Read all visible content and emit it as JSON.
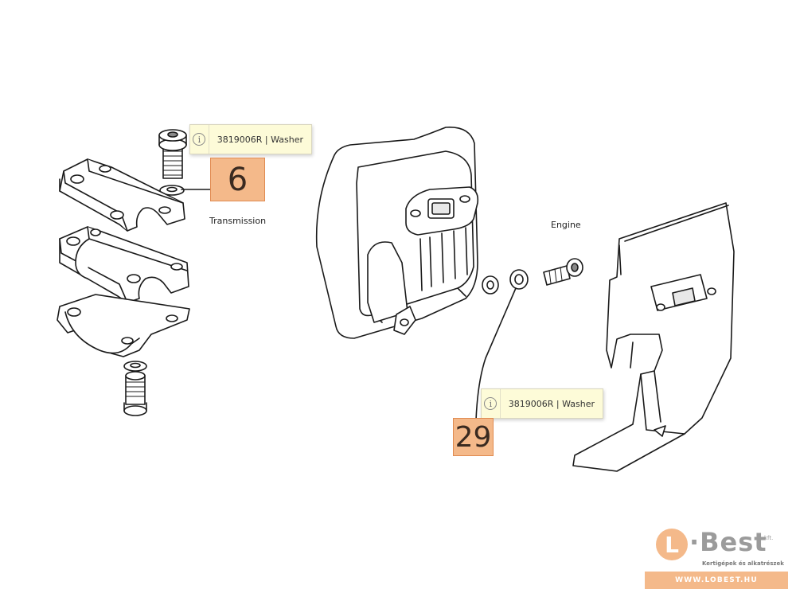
{
  "labels": {
    "transmission": "Transmission",
    "engine": "Engine"
  },
  "tooltips": [
    {
      "text": "3819006R | Washer",
      "icon": "info-icon"
    },
    {
      "text": "3819006R | Washer",
      "icon": "info-icon"
    }
  ],
  "callouts": [
    {
      "number": "6"
    },
    {
      "number": "29"
    }
  ],
  "logo": {
    "letter": "L",
    "name": "·Best",
    "suffix": "kft.",
    "tagline": "Kertigépek és alkatrészek",
    "url": "WWW.LOBEST.HU"
  },
  "colors": {
    "callout_fill": "#f4b98a",
    "callout_border": "#e08a50",
    "tooltip_bg": "#fdfbd8",
    "line": "#1a1a1a"
  }
}
